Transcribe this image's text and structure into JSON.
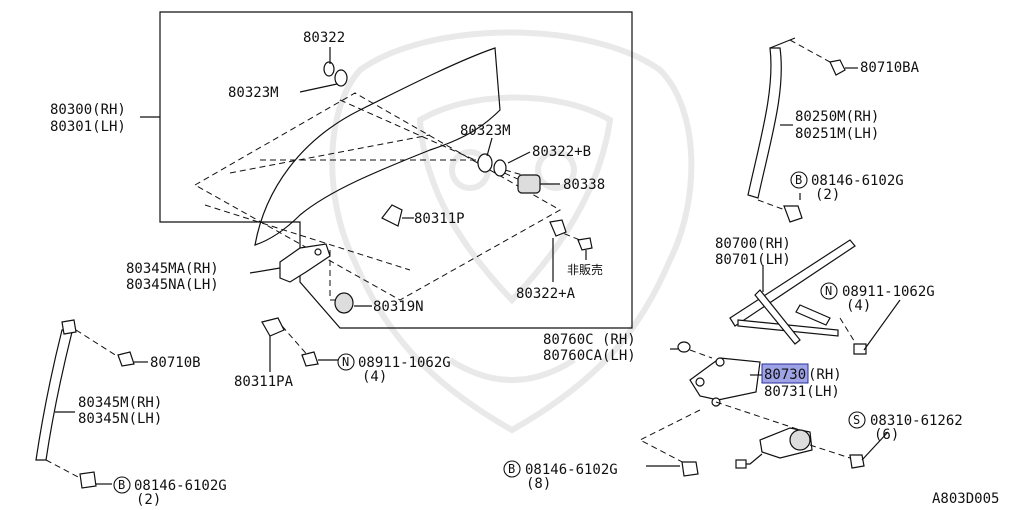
{
  "labels": {
    "l_80322": "80322",
    "l_80323M_a": "80323M",
    "l_80300": "80300(RH)",
    "l_80301": "80301(LH)",
    "l_80323M_b": "80323M",
    "l_80322B": "80322+B",
    "l_80338": "80338",
    "l_80311P": "80311P",
    "l_80345MA": "80345MA(RH)",
    "l_80345NA": "80345NA(LH)",
    "l_hihanbai": "非販売",
    "l_80322A": "80322+A",
    "l_80319N": "80319N",
    "l_80710BA": "80710BA",
    "l_80250M": "80250M(RH)",
    "l_80251M": "80251M(LH)",
    "l_08146_top": "08146-6102G",
    "l_08146_top_qty": "(2)",
    "l_80700": "80700(RH)",
    "l_80701": "80701(LH)",
    "l_08911_right": "08911-1062G",
    "l_08911_right_qty": "(4)",
    "l_80760C": "80760C (RH)",
    "l_80760CA": "80760CA(LH)",
    "l_80730_hl": "80730",
    "l_80730_rest": "(RH)",
    "l_80731": "80731(LH)",
    "l_08310": "08310-61262",
    "l_08310_qty": "(6)",
    "l_08146_mid": "08146-6102G",
    "l_08146_mid_qty": "(8)",
    "l_80311PA": "80311PA",
    "l_08911_mid": "08911-1062G",
    "l_08911_mid_qty": "(4)",
    "l_80710B": "80710B",
    "l_80345M": "80345M(RH)",
    "l_80345N": "80345N(LH)",
    "l_08146_bot": "08146-6102G",
    "l_08146_bot_qty": "(2)",
    "diagram_code": "A803D005"
  },
  "badges": {
    "b_top": "B",
    "n_right": "N",
    "s_right": "S",
    "b_mid": "B",
    "n_mid": "N",
    "b_bot": "B"
  },
  "colors": {
    "highlight_fill": "#9ea3e6",
    "line": "#111111",
    "watermark": "#e9e9e9"
  }
}
